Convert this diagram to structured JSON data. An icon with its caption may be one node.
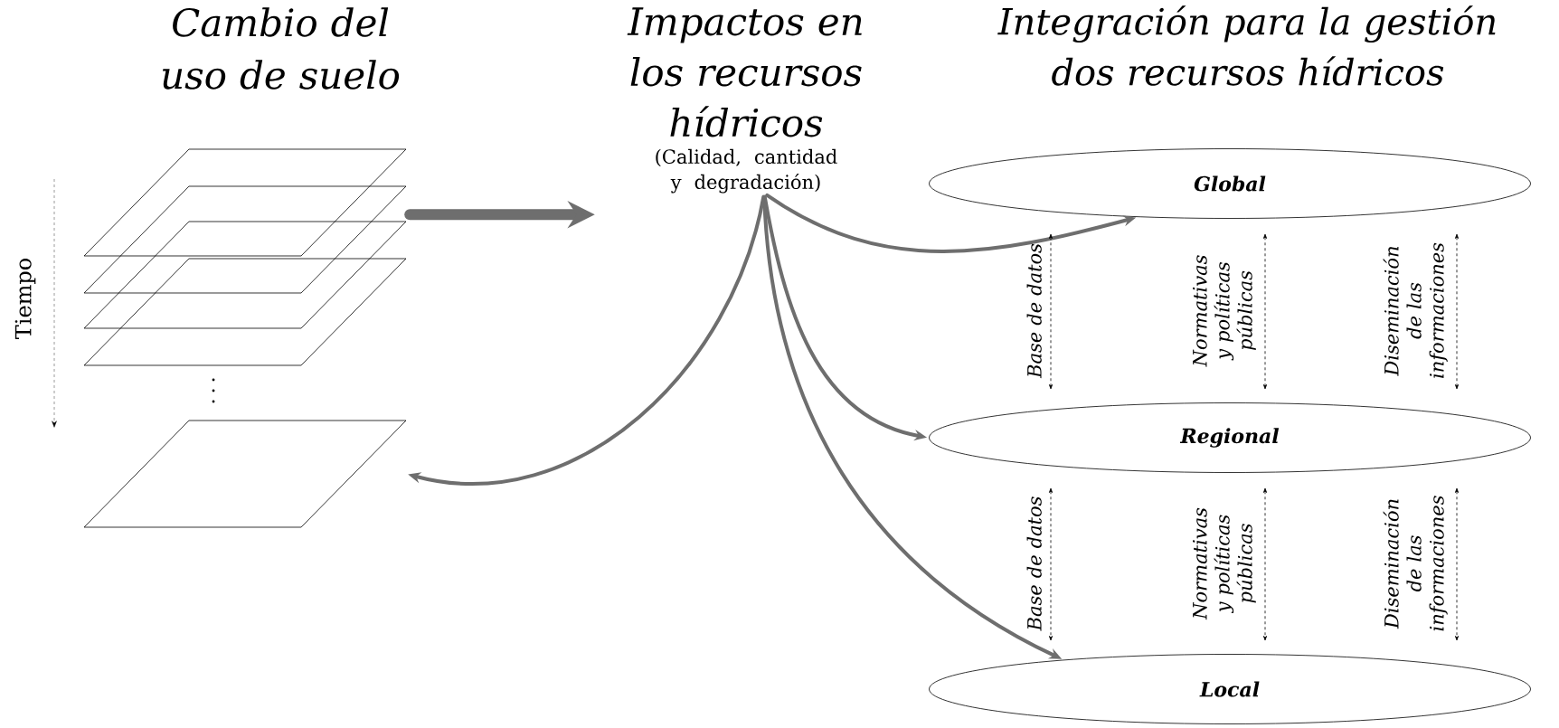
{
  "diagram": {
    "nodes": [
      {
        "text": [],
        "shape": "layers"
      },
      {
        "text": [
          "Impactos en los recursos hídricos",
          "(Calidad, cantidad y degradación)"
        ]
      },
      {
        "text": [],
        "shape": "parallelogram"
      },
      {
        "text": [
          "Global"
        ]
      },
      {
        "text": [
          "Regional"
        ]
      },
      {
        "text": [
          "Local"
        ]
      }
    ],
    "edges": [
      {
        "from": 0,
        "to": 1,
        "arrow": "to",
        "style": "thick",
        "color": "#6e6e6e"
      },
      {
        "from": 1,
        "to": 3,
        "arrow": "to",
        "style": "thick",
        "color": "#6e6e6e"
      },
      {
        "from": 1,
        "to": 4,
        "arrow": "to",
        "style": "thick",
        "color": "#6e6e6e"
      },
      {
        "from": 1,
        "to": 5,
        "arrow": "to",
        "style": "thick",
        "color": "#6e6e6e"
      },
      {
        "from": 1,
        "to": 2,
        "arrow": "to",
        "style": "thick",
        "color": "#6e6e6e"
      },
      {
        "from": 3,
        "to": 4,
        "arrow": "both",
        "style": "dashed",
        "label": "Base de datos"
      },
      {
        "from": 3,
        "to": 4,
        "arrow": "both",
        "style": "dashed",
        "label": "Normativas y políticas públicas"
      },
      {
        "from": 3,
        "to": 4,
        "arrow": "both",
        "style": "dashed",
        "label": "Diseminación de las informaciones"
      },
      {
        "from": 4,
        "to": 5,
        "arrow": "both",
        "style": "dashed",
        "label": "Base de datos"
      },
      {
        "from": 4,
        "to": 5,
        "arrow": "both",
        "style": "dashed",
        "label": "Normativas y políticas públicas"
      },
      {
        "from": 4,
        "to": 5,
        "arrow": "both",
        "style": "dashed",
        "label": "Diseminación de las informaciones"
      }
    ],
    "labels": [
      "Cambio del uso de suelo",
      "Integración para la gestión dos recursos hídricos",
      "Tiempo"
    ]
  }
}
